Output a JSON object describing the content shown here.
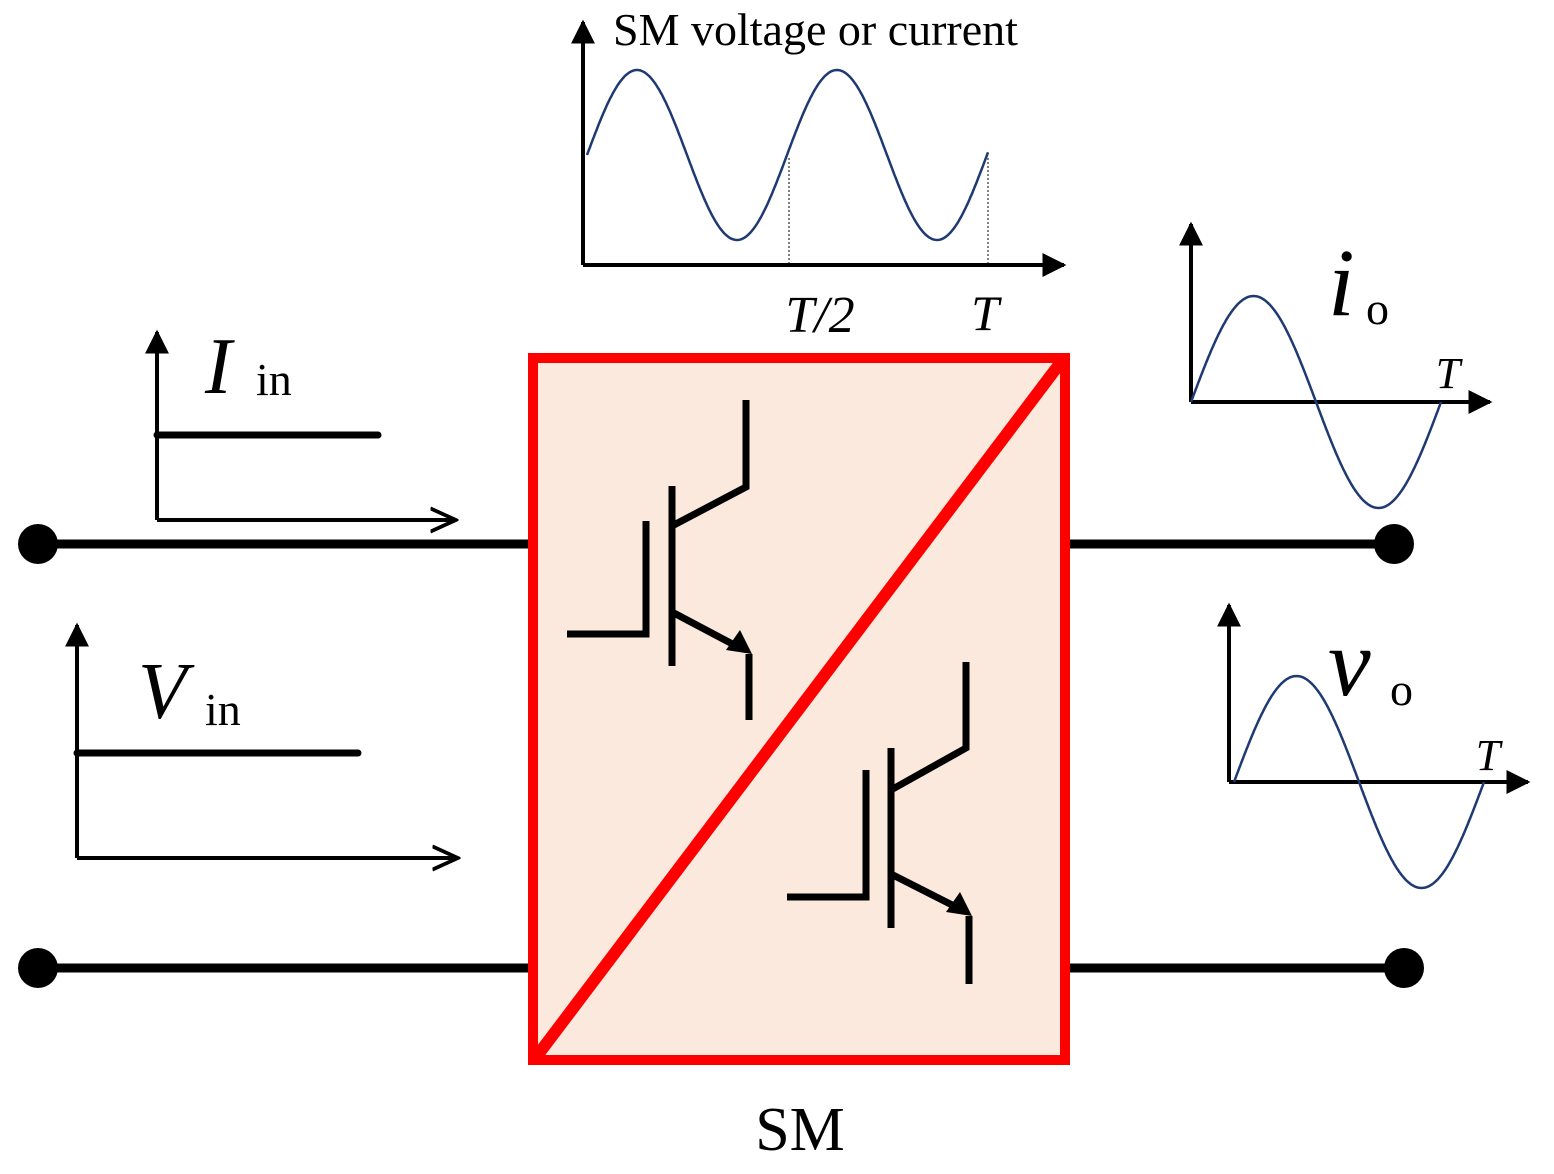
{
  "block": {
    "label": "SM",
    "fill_color": "#fae9dc",
    "border_color": "#ff0000"
  },
  "top_plot": {
    "title": "SM voltage or current",
    "tick_half": "T/2",
    "tick_full": "T",
    "wave_color": "#1f3a73"
  },
  "input_current": {
    "symbol": "I",
    "subscript": "in"
  },
  "input_voltage": {
    "symbol": "V",
    "subscript": "in"
  },
  "output_current": {
    "symbol": "i",
    "subscript": "o",
    "axis_label": "T"
  },
  "output_voltage": {
    "symbol": "v",
    "subscript": "o",
    "axis_label": "T"
  },
  "terminal_color": "#000000",
  "icons": [
    "arrow-icon",
    "igbt-icon",
    "terminal-dot-icon"
  ]
}
